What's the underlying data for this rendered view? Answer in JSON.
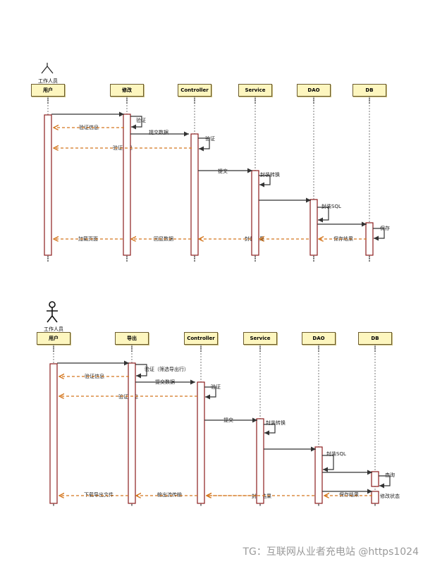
{
  "diagrams": [
    {
      "actor": "工作人员",
      "lifelines": [
        "用户",
        "修改",
        "Controller",
        "Service",
        "DAO",
        "DB"
      ],
      "messages": [
        "验证",
        "验证信息",
        "提交数据",
        "验证",
        "验证信息",
        "提交",
        "封装转换",
        "封装SQL",
        "保存",
        "加载页面",
        "回显数据",
        "封装结果",
        "保存结果"
      ]
    },
    {
      "actor": "工作人员",
      "lifelines": [
        "用户",
        "导出",
        "Controller",
        "Service",
        "DAO",
        "DB"
      ],
      "messages": [
        "验证（筛选导出行）",
        "验证信息",
        "提交数据",
        "验证",
        "验证信息",
        "提交",
        "封装转换",
        "封装SQL",
        "查询",
        "下载导出文件",
        "输出流传输",
        "封装结果",
        "保存结果",
        "修改状态"
      ]
    }
  ],
  "watermark": "TG：互联网从业者充电站 @https1024"
}
